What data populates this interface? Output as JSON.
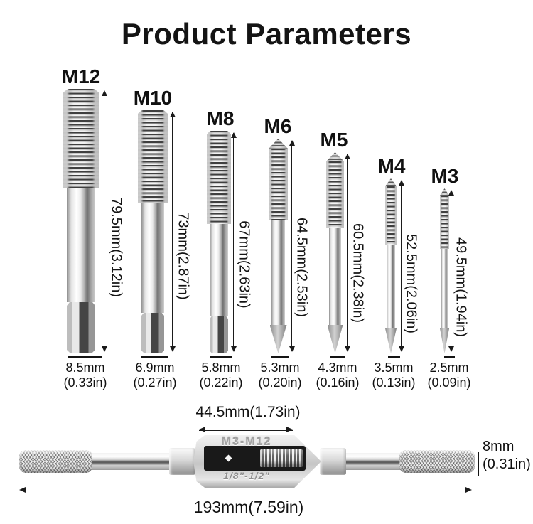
{
  "title": "Product Parameters",
  "taps": [
    {
      "label": "M12",
      "length": "79.5mm(3.12in)",
      "diameter_mm": "8.5mm",
      "diameter_in": "(0.33in)"
    },
    {
      "label": "M10",
      "length": "73mm(2.87in)",
      "diameter_mm": "6.9mm",
      "diameter_in": "(0.27in)"
    },
    {
      "label": "M8",
      "length": "67mm(2.63in)",
      "diameter_mm": "5.8mm",
      "diameter_in": "(0.22in)"
    },
    {
      "label": "M6",
      "length": "64.5mm(2.53in)",
      "diameter_mm": "5.3mm",
      "diameter_in": "(0.20in)"
    },
    {
      "label": "M5",
      "length": "60.5mm(2.38in)",
      "diameter_mm": "4.3mm",
      "diameter_in": "(0.16in)"
    },
    {
      "label": "M4",
      "length": "52.5mm(2.06in)",
      "diameter_mm": "3.5mm",
      "diameter_in": "(0.13in)"
    },
    {
      "label": "M3",
      "length": "49.5mm(1.94in)",
      "diameter_mm": "2.5mm",
      "diameter_in": "(0.09in)"
    }
  ],
  "wrench": {
    "width_label": "44.5mm(1.73in)",
    "engraved_range": "M3-M12",
    "engraved_capacity": "1/8\"-1/2\"",
    "diameter_mm": "8mm",
    "diameter_in": "(0.31in)",
    "total_length_label": "193mm(7.59in)"
  },
  "colors": {
    "ink": "#141414",
    "background": "#ffffff"
  }
}
